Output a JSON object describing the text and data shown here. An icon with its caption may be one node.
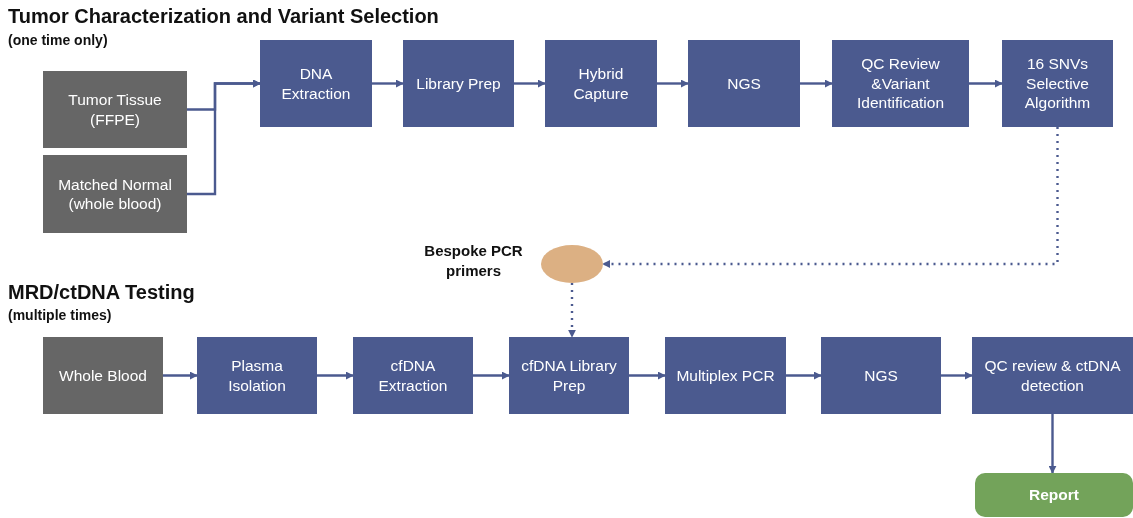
{
  "diagram": {
    "nodes": [
      {
        "text": [
          "Tumor Tissue (FFPE)"
        ]
      },
      {
        "text": [
          "Matched Normal (whole blood)"
        ]
      },
      {
        "text": [
          "DNA Extraction"
        ]
      },
      {
        "text": [
          "Library Prep"
        ]
      },
      {
        "text": [
          "Hybrid Capture"
        ]
      },
      {
        "text": [
          "NGS"
        ]
      },
      {
        "text": [
          "QC Review &Variant Identification"
        ]
      },
      {
        "text": [
          "16 SNVs Selective Algorithm"
        ]
      },
      {
        "text": [],
        "shape": "circle",
        "beside": [
          "Bespoke PCR primers"
        ]
      },
      {
        "text": [
          "Whole Blood"
        ]
      },
      {
        "text": [
          "Plasma Isolation"
        ]
      },
      {
        "text": [
          "cfDNA Extraction"
        ]
      },
      {
        "text": [
          "cfDNA Library Prep"
        ]
      },
      {
        "text": [
          "Multiplex PCR"
        ]
      },
      {
        "text": [
          "NGS"
        ]
      },
      {
        "text": [
          "QC review & ctDNA detection"
        ]
      },
      {
        "text": [
          "Report"
        ]
      }
    ],
    "edges": [
      {
        "from": 0,
        "to": 2,
        "arrow": "to"
      },
      {
        "from": 1,
        "to": 2,
        "arrow": "to"
      },
      {
        "from": 2,
        "to": 3,
        "arrow": "to"
      },
      {
        "from": 3,
        "to": 4,
        "arrow": "to"
      },
      {
        "from": 4,
        "to": 5,
        "arrow": "to"
      },
      {
        "from": 5,
        "to": 6,
        "arrow": "to"
      },
      {
        "from": 6,
        "to": 7,
        "arrow": "to"
      },
      {
        "from": 7,
        "to": 8,
        "arrow": "to",
        "style": "dashed"
      },
      {
        "from": 8,
        "to": 12,
        "arrow": "to",
        "style": "dashed"
      },
      {
        "from": 9,
        "to": 10,
        "arrow": "to"
      },
      {
        "from": 10,
        "to": 11,
        "arrow": "to"
      },
      {
        "from": 11,
        "to": 12,
        "arrow": "to"
      },
      {
        "from": 12,
        "to": 13,
        "arrow": "to"
      },
      {
        "from": 13,
        "to": 14,
        "arrow": "to"
      },
      {
        "from": 14,
        "to": 15,
        "arrow": "to"
      },
      {
        "from": 15,
        "to": 16,
        "arrow": "to"
      }
    ],
    "labels": [
      "Tumor Characterization and Variant Selection",
      "(one time only)",
      "MRD/ctDNA Testing",
      "(multiple times)"
    ]
  }
}
